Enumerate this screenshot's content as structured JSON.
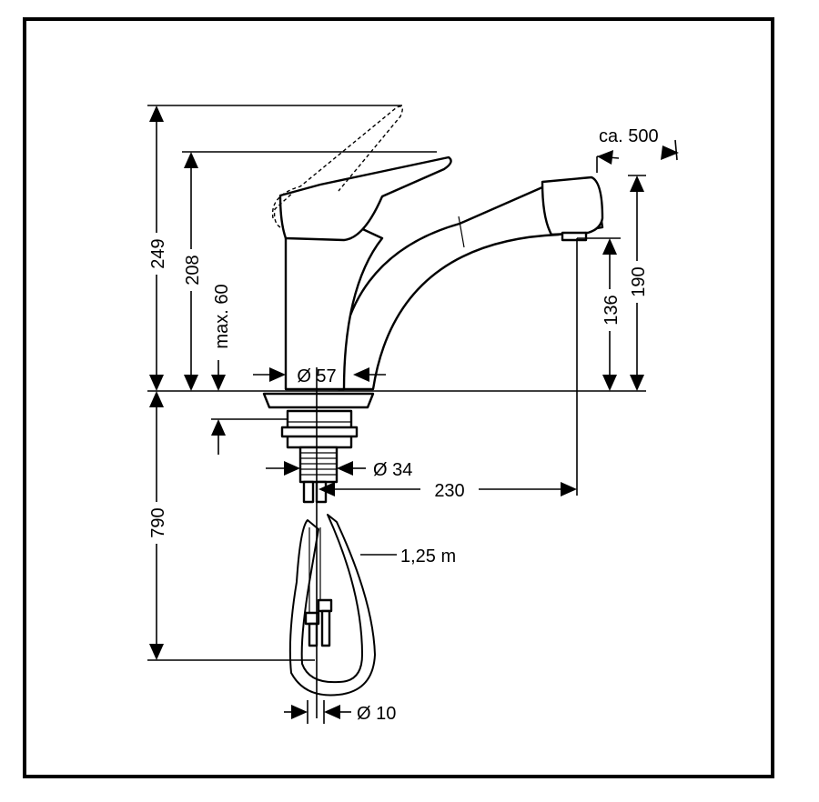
{
  "dimensions": {
    "total_height": "249",
    "lever_height": "208",
    "max_counter_thickness": "max. 60",
    "base_diameter": "Ø 57",
    "shank_diameter": "Ø 34",
    "spout_reach": "230",
    "spout_height": "190",
    "outlet_height": "136",
    "pullout_length": "ca. 500",
    "hose_length": "1,25 m",
    "hose_depth": "790",
    "hose_diameter": "Ø 10"
  },
  "colors": {
    "ink": "#000000",
    "background": "#ffffff"
  }
}
